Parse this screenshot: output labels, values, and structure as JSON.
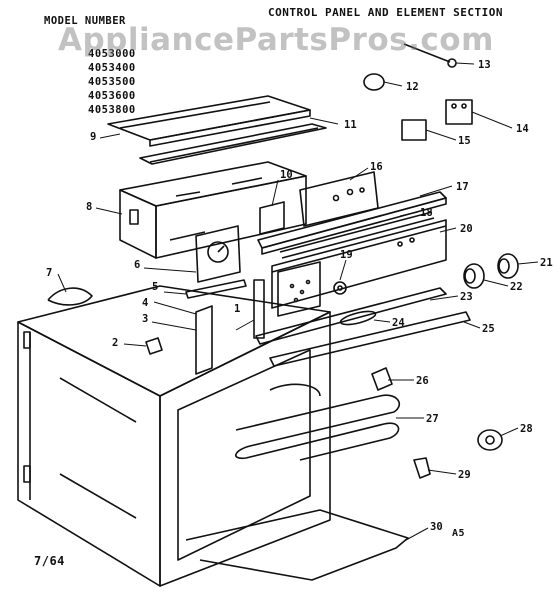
{
  "header": {
    "title": "CONTROL PANEL AND ELEMENT SECTION",
    "model_heading": "MODEL NUMBER",
    "models": [
      "4053000",
      "4053400",
      "4053500",
      "4053600",
      "4053800"
    ]
  },
  "watermark": "AppliancePartsPros.com",
  "footer": {
    "date": "7/64",
    "code": "A5"
  },
  "callouts": [
    "1",
    "2",
    "3",
    "4",
    "5",
    "6",
    "7",
    "8",
    "9",
    "10",
    "11",
    "12",
    "13",
    "14",
    "15",
    "16",
    "17",
    "18",
    "19",
    "20",
    "21",
    "22",
    "23",
    "24",
    "25",
    "26",
    "27",
    "28",
    "29",
    "30"
  ]
}
